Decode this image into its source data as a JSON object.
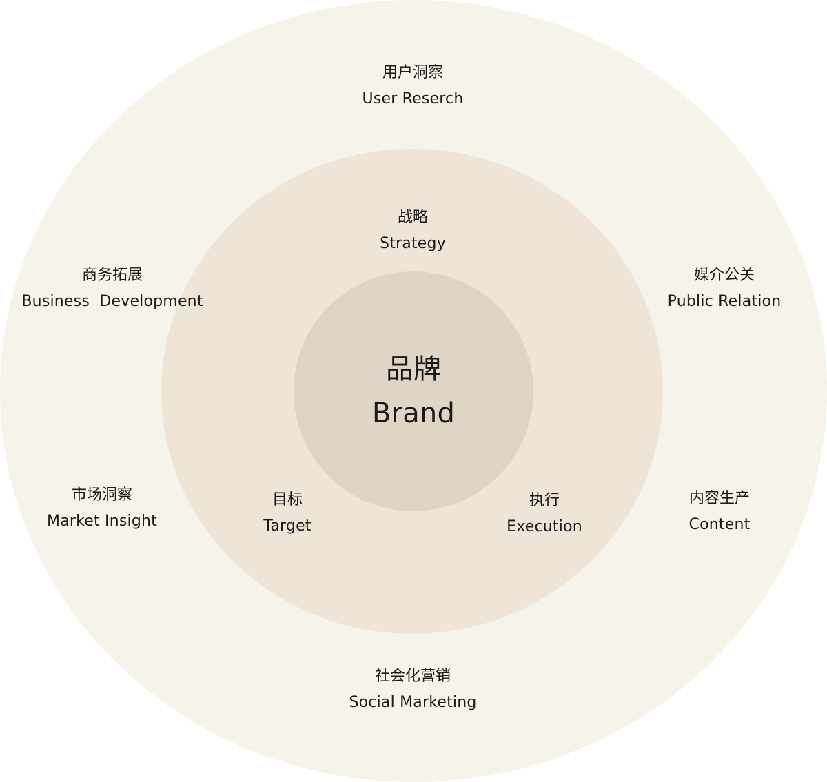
{
  "center": {
    "zh": "品牌",
    "en": "Brand"
  },
  "middle_ring": [
    {
      "zh": "战略",
      "en": "Strategy"
    },
    {
      "zh": "目标",
      "en": "Target"
    },
    {
      "zh": "执行",
      "en": "Execution"
    }
  ],
  "outer_ring": [
    {
      "zh": "用户洞察",
      "en": "User Reserch"
    },
    {
      "zh": "商务拓展",
      "en": "Business  Development"
    },
    {
      "zh": "媒介公关",
      "en": "Public Relation"
    },
    {
      "zh": "市场洞察",
      "en": "Market Insight"
    },
    {
      "zh": "内容生产",
      "en": "Content"
    },
    {
      "zh": "社会化营销",
      "en": "Social Marketing"
    }
  ],
  "colors": {
    "outer": "#f6f3ea",
    "middle": "#efe5d6",
    "inner": "#e0d4c4",
    "text": "#1a1a1a"
  }
}
